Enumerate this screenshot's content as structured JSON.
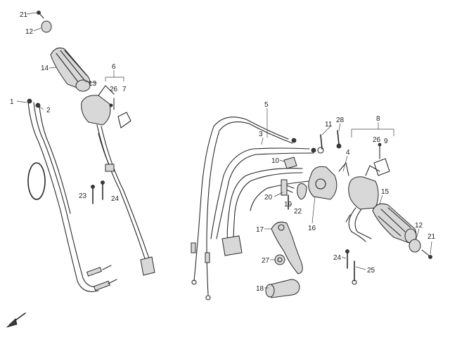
{
  "diagram": {
    "callouts": [
      {
        "id": "c21a",
        "text": "21"
      },
      {
        "id": "c12a",
        "text": "12"
      },
      {
        "id": "c14",
        "text": "14"
      },
      {
        "id": "c13",
        "text": "13"
      },
      {
        "id": "c6",
        "text": "6"
      },
      {
        "id": "c26a",
        "text": "26"
      },
      {
        "id": "c7",
        "text": "7"
      },
      {
        "id": "c1",
        "text": "1"
      },
      {
        "id": "c2",
        "text": "2"
      },
      {
        "id": "c23",
        "text": "23"
      },
      {
        "id": "c24a",
        "text": "24"
      },
      {
        "id": "c5",
        "text": "5"
      },
      {
        "id": "c3",
        "text": "3"
      },
      {
        "id": "c11",
        "text": "11"
      },
      {
        "id": "c28",
        "text": "28"
      },
      {
        "id": "c8",
        "text": "8"
      },
      {
        "id": "c26b",
        "text": "26"
      },
      {
        "id": "c9",
        "text": "9"
      },
      {
        "id": "c10",
        "text": "10"
      },
      {
        "id": "c4",
        "text": "4"
      },
      {
        "id": "c20",
        "text": "20"
      },
      {
        "id": "c19",
        "text": "19"
      },
      {
        "id": "c22",
        "text": "22"
      },
      {
        "id": "c15",
        "text": "15"
      },
      {
        "id": "c17",
        "text": "17"
      },
      {
        "id": "c16",
        "text": "16"
      },
      {
        "id": "c12b",
        "text": "12"
      },
      {
        "id": "c21b",
        "text": "21"
      },
      {
        "id": "c27",
        "text": "27"
      },
      {
        "id": "c24b",
        "text": "24"
      },
      {
        "id": "c25",
        "text": "25"
      },
      {
        "id": "c18",
        "text": "18"
      }
    ]
  }
}
